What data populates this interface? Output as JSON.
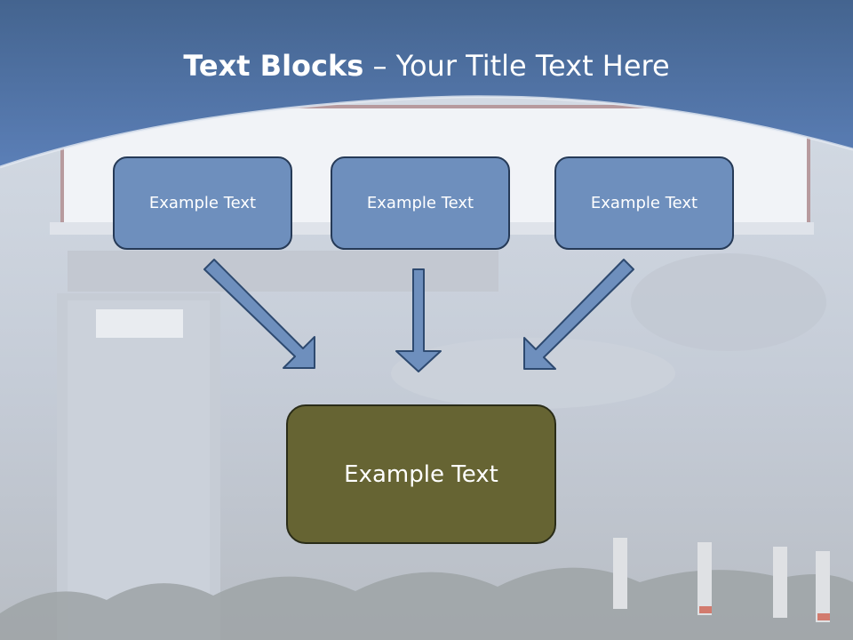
{
  "slide": {
    "title_bold": "Text Blocks",
    "title_rest": " – Your Title Text Here"
  },
  "diagram": {
    "source_boxes": [
      {
        "label": "Example Text"
      },
      {
        "label": "Example Text"
      },
      {
        "label": "Example Text"
      }
    ],
    "target_box": {
      "label": "Example Text"
    }
  },
  "colors": {
    "header_band": "#5577ad",
    "source_fill": "#6e8fbd",
    "source_border": "#263a57",
    "target_fill": "#666433",
    "target_border": "#2a2c18",
    "arrow_fill": "#6e8fbd",
    "background": "#c9d0da"
  }
}
